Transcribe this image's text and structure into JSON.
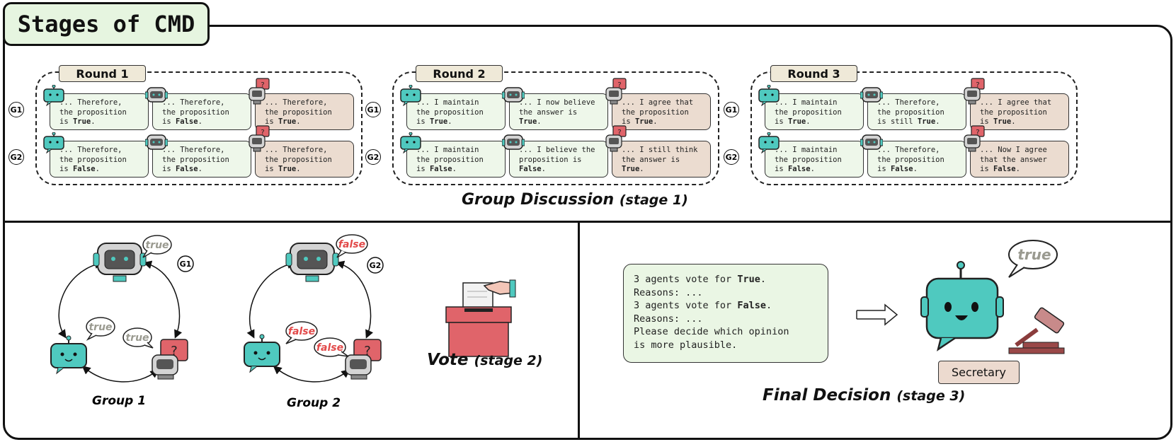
{
  "title": "Stages of CMD",
  "stage1": {
    "label_main": "Group Discussion",
    "label_paren": "(stage 1)",
    "groups": [
      "G1",
      "G2"
    ],
    "rounds": [
      {
        "label": "Round 1",
        "g1": [
          [
            "... Therefore,",
            "the proposition",
            "is ",
            "True",
            "."
          ],
          [
            "... Therefore,",
            "the proposition",
            "is ",
            "False",
            "."
          ],
          [
            "... Therefore,",
            "the proposition",
            "is ",
            "True",
            "."
          ]
        ],
        "g2": [
          [
            "... Therefore,",
            "the proposition",
            "is ",
            "False",
            "."
          ],
          [
            "... Therefore,",
            "the proposition",
            "is ",
            "False",
            "."
          ],
          [
            "... Therefore,",
            "the proposition",
            "is ",
            "True",
            "."
          ]
        ]
      },
      {
        "label": "Round 2",
        "g1": [
          [
            "... I maintain",
            "the proposition",
            "is ",
            "True",
            "."
          ],
          [
            "... I now believe",
            "the answer is",
            "",
            "True",
            "."
          ],
          [
            "... I agree that",
            "the proposition",
            "is ",
            "True",
            "."
          ]
        ],
        "g2": [
          [
            "... I maintain",
            "the proposition",
            "is ",
            "False",
            "."
          ],
          [
            "... I believe the",
            "proposition is",
            "",
            "False",
            "."
          ],
          [
            "... I still think",
            "the answer is",
            "",
            "True",
            "."
          ]
        ]
      },
      {
        "label": "Round 3",
        "g1": [
          [
            "... I maintain",
            "the proposition",
            "is ",
            "True",
            "."
          ],
          [
            "... Therefore,",
            "the proposition",
            "is still ",
            "True",
            "."
          ],
          [
            "... I agree that",
            "the proposition",
            "is ",
            "True",
            "."
          ]
        ],
        "g2": [
          [
            "... I maintain",
            "the proposition",
            "is ",
            "False",
            "."
          ],
          [
            "... Therefore,",
            "the proposition",
            "is ",
            "False",
            "."
          ],
          [
            "... Now I agree",
            "that the answer",
            "is ",
            "False",
            "."
          ]
        ]
      }
    ]
  },
  "stage2": {
    "group1": {
      "label": "Group 1",
      "tag": "G1",
      "speech": [
        "true",
        "true",
        "true"
      ]
    },
    "group2": {
      "label": "Group 2",
      "tag": "G2",
      "speech": [
        "false",
        "false",
        "false"
      ]
    },
    "label_main": "Vote",
    "label_paren": "(stage 2)"
  },
  "stage3": {
    "prompt_lines": [
      [
        "3 agents vote for ",
        "True",
        "."
      ],
      [
        "Reasons: ...",
        "",
        ""
      ],
      [
        "3 agents vote for ",
        "False",
        "."
      ],
      [
        "Reasons: ...",
        "",
        ""
      ],
      [
        "Please decide which opinion",
        "",
        ""
      ],
      [
        "is more plausible.",
        "",
        ""
      ]
    ],
    "speech": "true",
    "secretary_label": "Secretary",
    "label_main": "Final Decision",
    "label_paren": "(stage 3)"
  },
  "colors": {
    "green_bubble": "#eef7ea",
    "pink_bubble": "#ebdcd0",
    "teal_robot": "#4fc9bf",
    "gray_robot": "#d4d4d4",
    "red_robot": "#e0646a",
    "false_red": "#e24a4a",
    "true_gray": "#9a9a90"
  },
  "icons": [
    "teal-robot-icon",
    "headset-robot-icon",
    "red-question-robot-icon",
    "ballot-box-icon",
    "gavel-icon",
    "double-arrow-icon"
  ]
}
